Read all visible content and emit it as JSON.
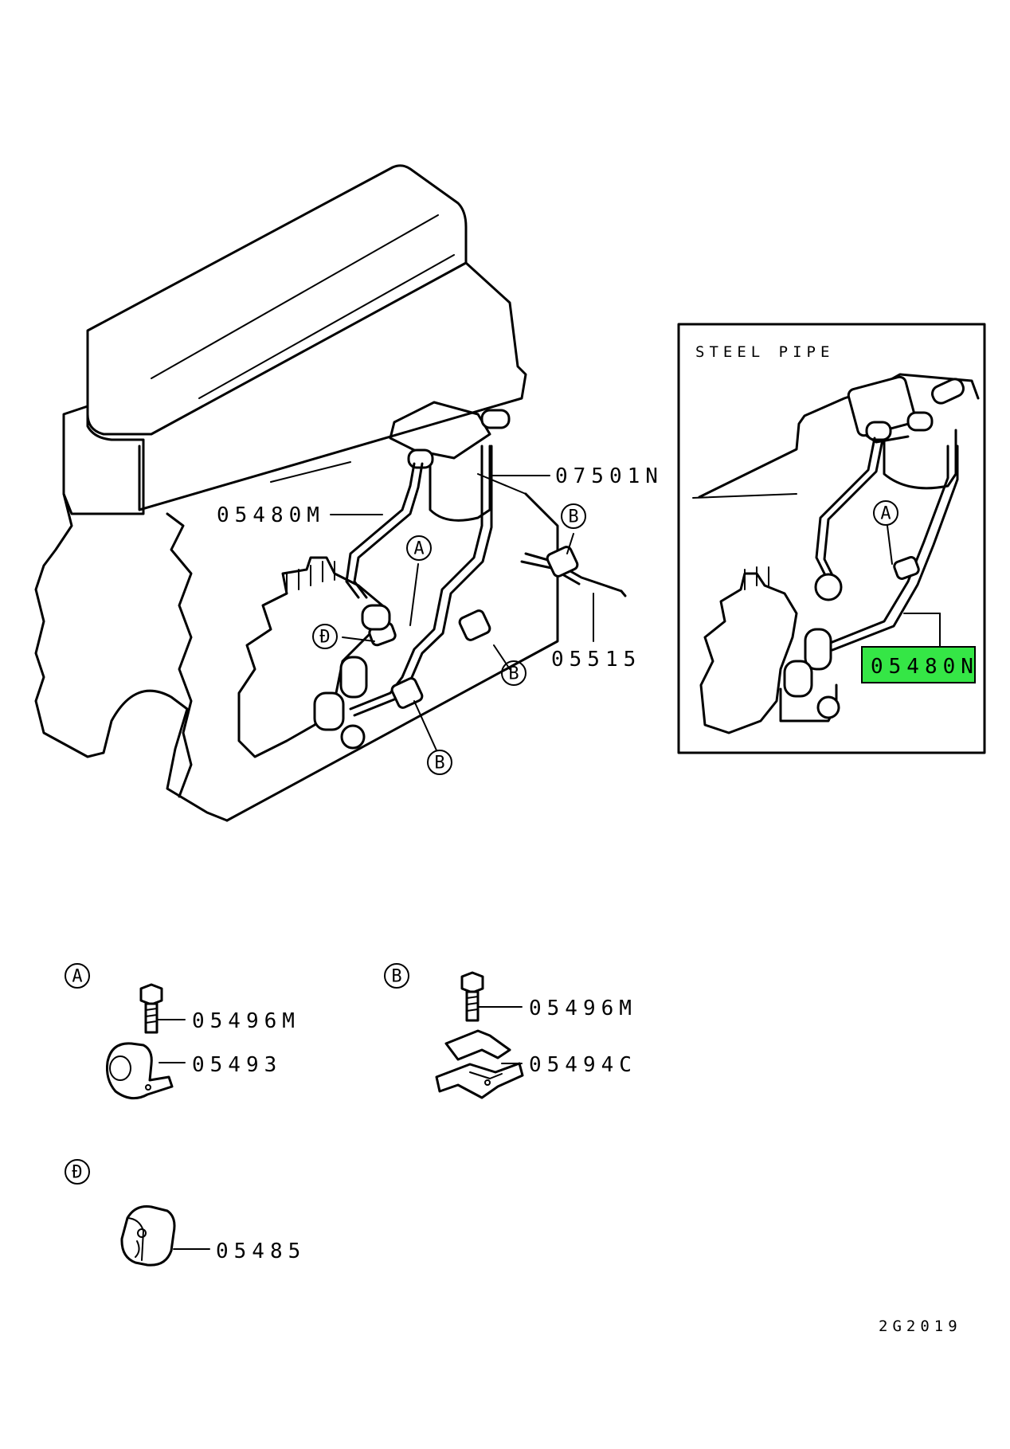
{
  "callouts": {
    "fuel_pipe_main": "05480M",
    "pipe_upper": "07501N",
    "pipe_lower": "05515",
    "inset_pipe": "05480N"
  },
  "markers": {
    "a": "A",
    "b": "B",
    "d": "Đ"
  },
  "inset": {
    "title": "STEEL PIPE"
  },
  "details": {
    "a": {
      "bolt": "05496M",
      "clamp": "05493"
    },
    "b": {
      "bolt": "05496M",
      "clamp": "05494C"
    },
    "d": {
      "grommet": "05485"
    }
  },
  "footer": {
    "drawing_number": "2G2019"
  },
  "colors": {
    "highlight": "#35e646",
    "line": "#000000"
  }
}
